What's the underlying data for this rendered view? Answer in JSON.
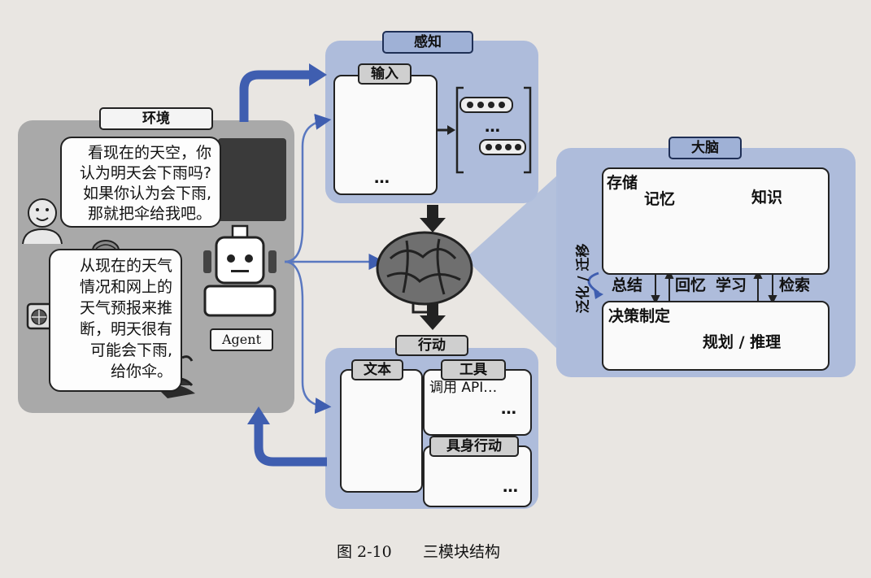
{
  "environment": {
    "title": "环境",
    "speech_lines": [
      "看现在的天空，你",
      "认为明天会下雨吗?",
      "如果你认为会下雨,",
      "那就把伞给我吧。"
    ],
    "reply_lines": [
      "从现在的天气",
      "情况和网上的",
      "天气预报来推",
      "断，明天很有",
      "可能会下雨,",
      "给你伞。"
    ],
    "agent_label": "Agent"
  },
  "perception": {
    "title": "感知",
    "input_label": "输入",
    "ellipsis": "…"
  },
  "action": {
    "title": "行动",
    "text_label": "文本",
    "tools_label": "工具",
    "api_label": "调用 API…",
    "embodied_label": "具身行动",
    "ellipsis": "…"
  },
  "brain": {
    "title": "大脑",
    "storage_label": "存储",
    "memory_label": "记忆",
    "knowledge_label": "知识",
    "summarize_label": "总结",
    "recall_label": "回忆",
    "learn_label": "学习",
    "retrieve_label": "检索",
    "decision_label": "决策制定",
    "planning_label": "规划 / 推理",
    "generalize_label": "泛化 / 迁移"
  },
  "caption": {
    "figure": "图 2-10",
    "title": "三模块结构"
  }
}
